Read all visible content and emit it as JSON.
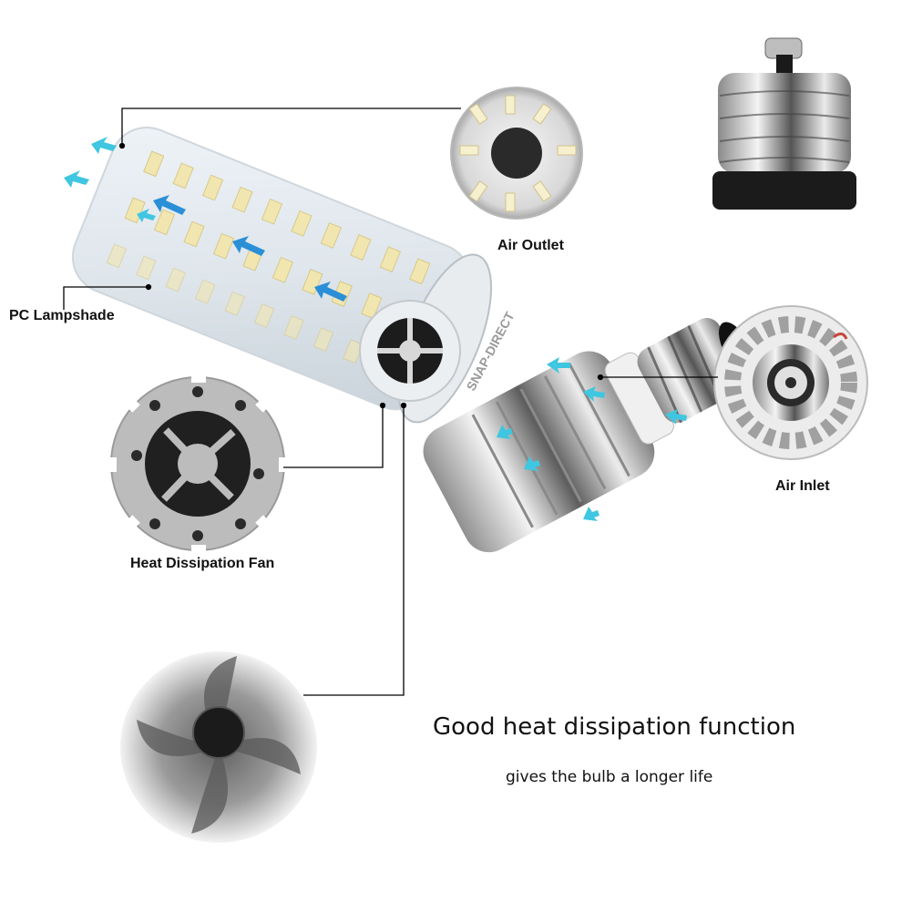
{
  "labels": {
    "pc_lampshade": "PC Lampshade",
    "air_outlet": "Air Outlet",
    "air_inlet": "Air Inlet",
    "heat_dissipation_fan": "Heat Dissipation Fan"
  },
  "product": {
    "brand_mark": "SNAP-DIRECT"
  },
  "tagline": {
    "headline": "Good heat dissipation function",
    "subline": "gives the bulb a longer life"
  },
  "colors": {
    "airflow_arrow": "#3fc6e0",
    "airflow_arrow_dark": "#2a8fd6",
    "callout_line": "#000000",
    "led_chip": "#f2e6b0",
    "metal": "#c8c8c8",
    "background": "#ffffff"
  }
}
